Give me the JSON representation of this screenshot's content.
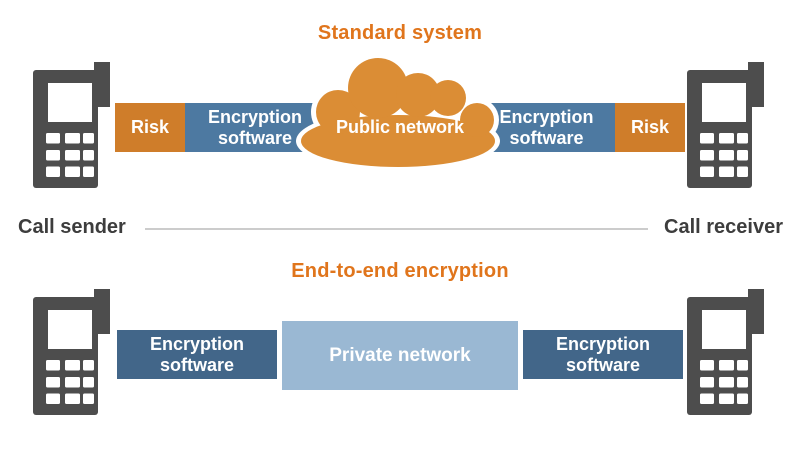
{
  "standard_system": {
    "title": "Standard system",
    "risk_left": "Risk",
    "encryption_left": "Encryption software",
    "public_network": "Public network",
    "encryption_right": "Encryption software",
    "risk_right": "Risk"
  },
  "end_to_end": {
    "title": "End-to-end encryption",
    "encryption_left": "Encryption software",
    "private_network": "Private network",
    "encryption_right": "Encryption software"
  },
  "labels": {
    "call_sender": "Call sender",
    "call_receiver": "Call receiver"
  },
  "icons": {
    "phone": "phone-icon",
    "cloud": "cloud-icon"
  },
  "colors": {
    "orange_box": "#cf7d2a",
    "cloud_orange": "#db8d35",
    "title_orange": "#e0751c",
    "steel_blue": "#4d79a1",
    "dark_blue": "#426689",
    "light_blue": "#9ab8d3",
    "phone_gray": "#4d4d4d",
    "label_gray": "#3d3d3d",
    "divider_gray": "#cccccc"
  }
}
